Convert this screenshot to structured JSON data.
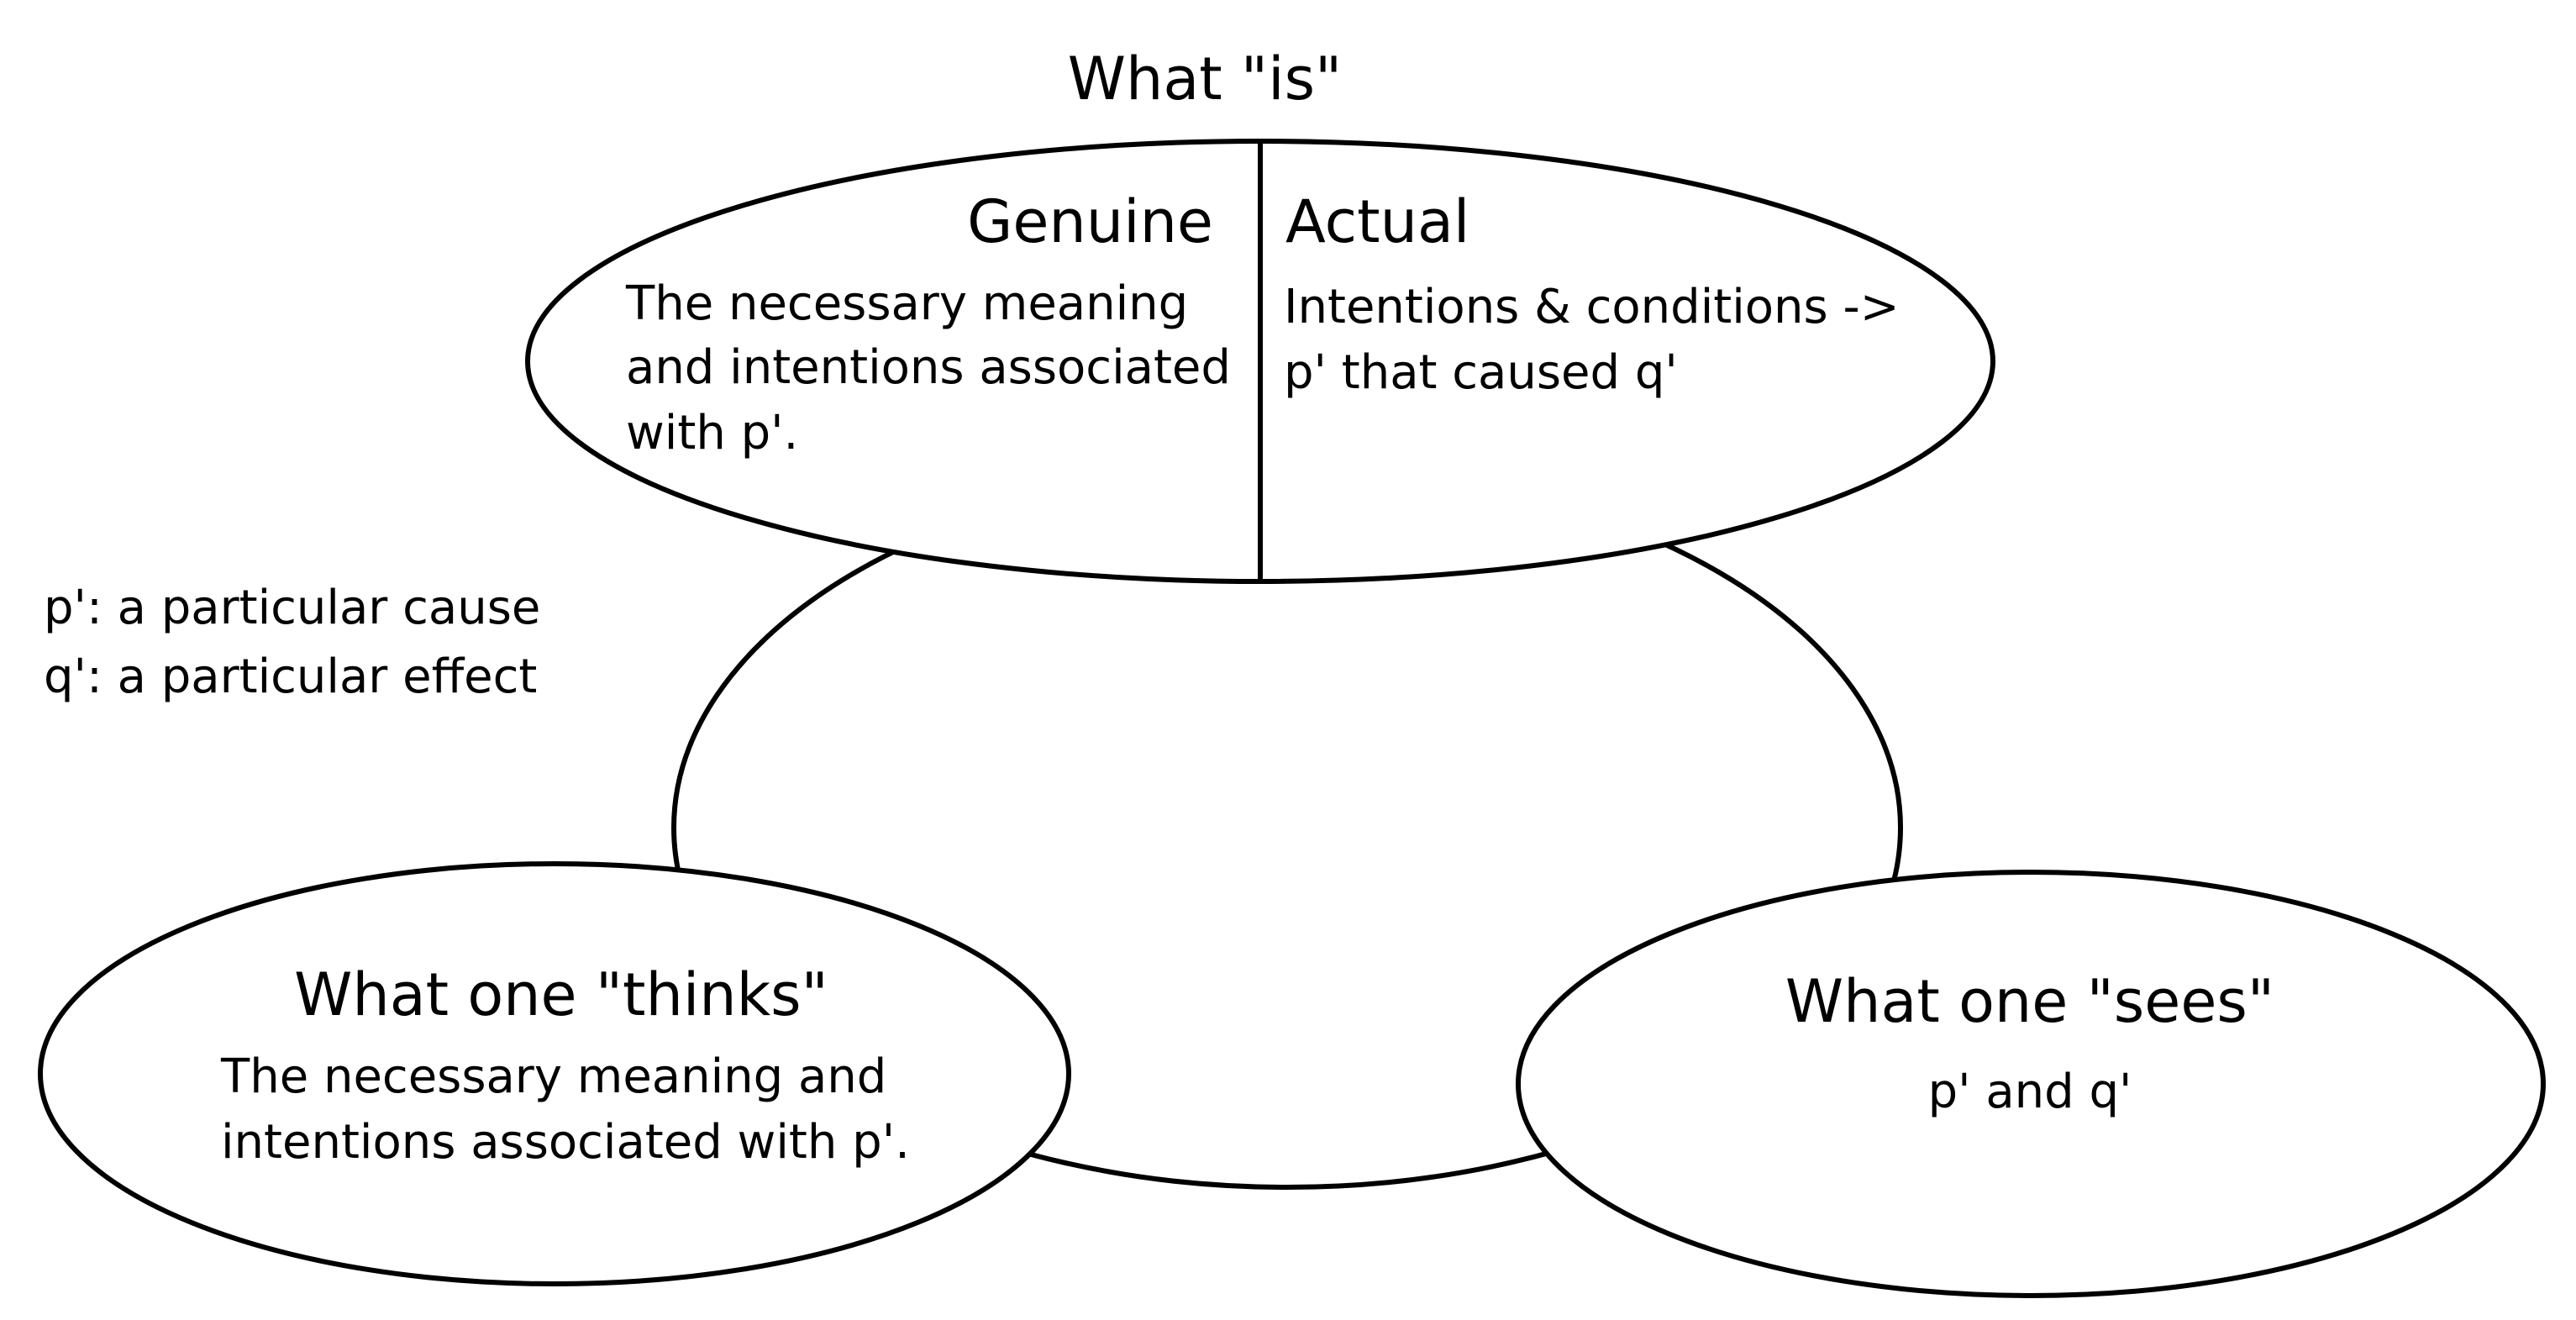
{
  "top": {
    "title": "What \"is\"",
    "genuine": {
      "heading": "Genuine",
      "lines": [
        "The necessary meaning",
        "and intentions associated",
        "with p'."
      ]
    },
    "actual": {
      "heading": "Actual",
      "lines": [
        "Intentions & conditions ->",
        "p' that caused q'"
      ]
    }
  },
  "legend": {
    "lines": [
      "p': a particular cause",
      "q': a particular effect"
    ]
  },
  "left": {
    "title": "What one \"thinks\"",
    "lines": [
      "The necessary meaning and",
      "intentions associated with p'."
    ]
  },
  "right": {
    "title": "What one \"sees\"",
    "lines": [
      "p' and q'"
    ]
  }
}
